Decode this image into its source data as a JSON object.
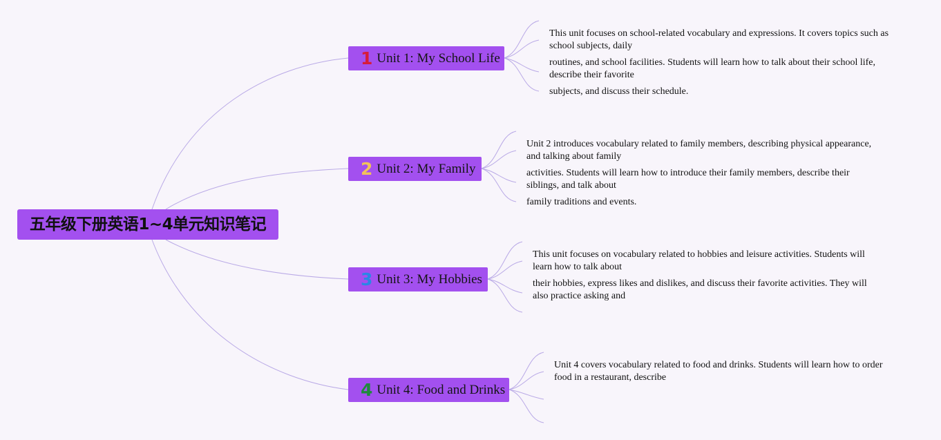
{
  "root": {
    "title": "五年级下册英语1~4单元知识笔记"
  },
  "units": [
    {
      "number": "1",
      "title": "Unit 1: My School Life",
      "notes": [
        "This unit focuses on school-related vocabulary and expressions. It covers topics such as school subjects, daily",
        "routines, and school facilities. Students will learn how to talk about their school life, describe their favorite",
        "subjects, and discuss their schedule."
      ]
    },
    {
      "number": "2",
      "title": "Unit 2: My Family",
      "notes": [
        "Unit 2 introduces vocabulary related to family members, describing physical appearance, and talking about family",
        "activities. Students will learn how to introduce their family members, describe their siblings, and talk about",
        "family traditions and events."
      ]
    },
    {
      "number": "3",
      "title": "Unit 3: My Hobbies",
      "notes": [
        "This unit focuses on vocabulary related to hobbies and leisure activities. Students will learn how to talk about",
        "their hobbies, express likes and dislikes, and discuss their favorite activities. They will also practice asking and"
      ]
    },
    {
      "number": "4",
      "title": "Unit 4: Food and Drinks",
      "notes": [
        "Unit 4 covers vocabulary related to food and drinks. Students will learn how to order food in a restaurant, describe"
      ]
    }
  ],
  "colors": {
    "background": "#f8f5fb",
    "node_fill": "#a350ef",
    "connector": "#b9a9e6",
    "number_1": "#d71c3a",
    "number_2": "#f2c25a",
    "number_3": "#2a86e6",
    "number_4": "#1e8a3c"
  }
}
